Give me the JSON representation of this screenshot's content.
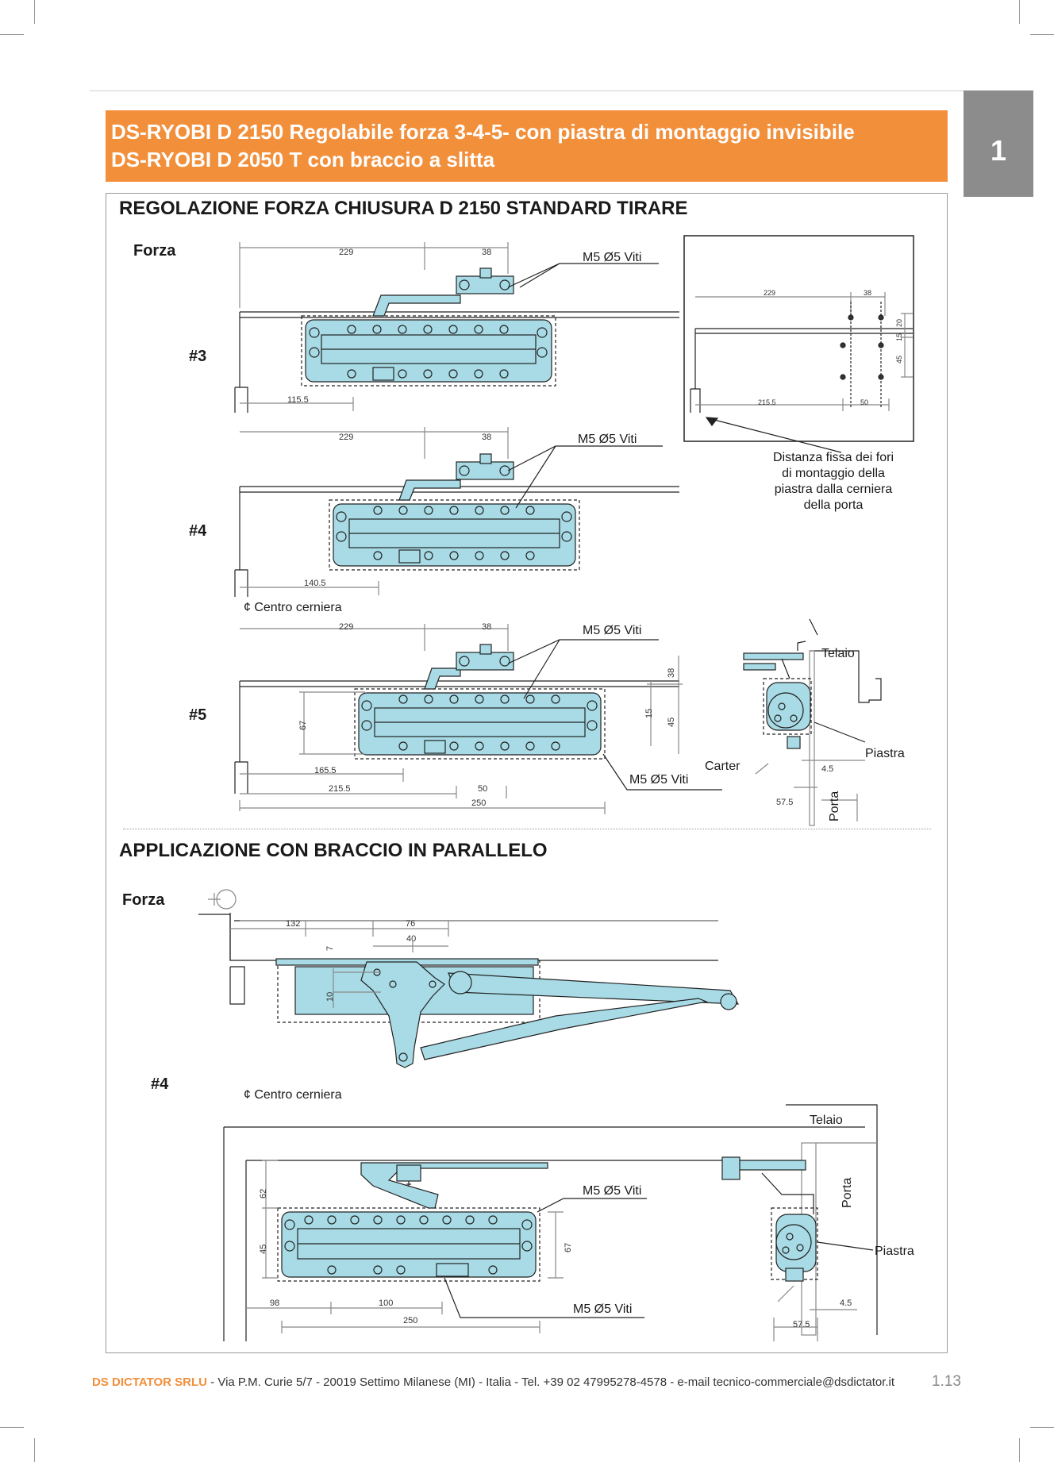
{
  "header": {
    "title_line1": "DS-RYOBI D 2150 Regolabile forza 3-4-5- con piastra di montaggio invisibile",
    "title_line2": "DS-RYOBI D 2050 T con braccio a slitta",
    "tab_number": "1",
    "accent_color": "#f28f3b",
    "tab_color": "#8c8c8c"
  },
  "section1": {
    "title": "REGOLAZIONE FORZA CHIUSURA D 2150 STANDARD TIRARE",
    "forza": "Forza",
    "d3": {
      "label": "#3",
      "dim_229": "229",
      "dim_38": "38",
      "dim_1155": "115.5",
      "screws": "M5 Ø5 Viti"
    },
    "d4": {
      "label": "#4",
      "dim_229": "229",
      "dim_38": "38",
      "dim_1405": "140.5",
      "screws": "M5 Ø5 Viti"
    },
    "centro": "¢ Centro cerniera",
    "d5": {
      "label": "#5",
      "dim_229": "229",
      "dim_38": "38",
      "dim_1655": "165.5",
      "dim_2155": "215.5",
      "dim_50": "50",
      "dim_250": "250",
      "dim_67": "67",
      "dim_38v": "38",
      "dim_15": "15",
      "dim_45": "45",
      "screws_top": "M5 Ø5 Viti",
      "screws_bottom": "M5 Ø5 Viti"
    },
    "inset": {
      "dim_229": "229",
      "dim_38": "38",
      "dim_20": "20",
      "dim_15": "15",
      "dim_45": "45",
      "dim_2155": "215.5",
      "dim_50": "50"
    },
    "note": [
      "Distanza fissa dei fori",
      "di montaggio della",
      "piastra dalla cerniera",
      "della porta"
    ],
    "side": {
      "telaio": "Telaio",
      "piastra": "Piastra",
      "carter": "Carter",
      "dim_45": "4.5",
      "dim_575": "57.5",
      "porta": "Porta"
    }
  },
  "section2": {
    "title": "APPLICAZIONE CON BRACCIO IN PARALLELO",
    "forza": "Forza",
    "label": "#4",
    "centro": "¢ Centro cerniera",
    "dims": {
      "d132": "132",
      "d76": "76",
      "d40": "40",
      "d7": "7",
      "d10": "10"
    },
    "lower": {
      "d62": "62",
      "d45": "45",
      "d67": "67",
      "d98": "98",
      "d100": "100",
      "d250": "250",
      "screws_top": "M5 Ø5 Viti",
      "screws_bottom": "M5 Ø5 Viti"
    },
    "side": {
      "telaio": "Telaio",
      "porta": "Porta",
      "piastra": "Piastra",
      "dim_45": "4.5",
      "dim_575": "57.5"
    }
  },
  "footer": {
    "company": "DS DICTATOR SRLU",
    "address": " - Via P.M. Curie 5/7 - 20019 Settimo Milanese (MI) - Italia - Tel. +39 02 47995278-4578 - e-mail tecnico-commerciale@dsdictator.it",
    "page": "1.13"
  }
}
